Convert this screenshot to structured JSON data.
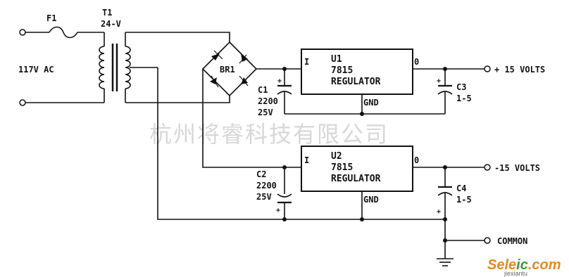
{
  "fuse": {
    "ref": "F1"
  },
  "transformer": {
    "ref": "T1",
    "rating": "24-V"
  },
  "input": {
    "label": "117V AC"
  },
  "bridge": {
    "ref": "BR1"
  },
  "c1": {
    "ref": "C1",
    "value": "2200",
    "voltage": "25V"
  },
  "c2": {
    "ref": "C2",
    "value": "2200",
    "voltage": "25V"
  },
  "c3": {
    "ref": "C3",
    "value": "1-5"
  },
  "c4": {
    "ref": "C4",
    "value": "1-5"
  },
  "u1": {
    "ref": "U1",
    "part": "7815",
    "type": "REGULATOR",
    "pin_in": "I",
    "pin_out": "0",
    "pin_gnd": "GND"
  },
  "u2": {
    "ref": "U2",
    "part": "7815",
    "type": "REGULATOR",
    "pin_in": "I",
    "pin_out": "0",
    "pin_gnd": "GND"
  },
  "outputs": {
    "pos": "+ 15 VOLTS",
    "neg": "-15 VOLTS",
    "common": "COMMON"
  },
  "plus": "+",
  "watermark": "杭州将睿科技有限公司",
  "logo": {
    "part1": "Sele",
    "part2": "ic",
    "domain": ".com",
    "sub": "jiexiantu"
  }
}
